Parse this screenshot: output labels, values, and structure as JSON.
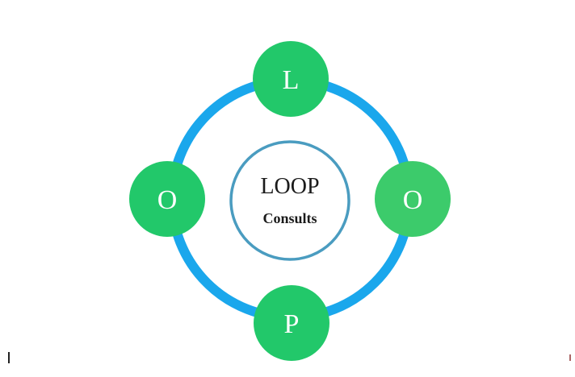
{
  "diagram": {
    "center": {
      "title": "LOOP",
      "subtitle": "Consults"
    },
    "nodes": [
      {
        "position": "top",
        "letter": "L"
      },
      {
        "position": "left",
        "letter": "O"
      },
      {
        "position": "right",
        "letter": "O"
      },
      {
        "position": "bottom",
        "letter": "P"
      }
    ]
  },
  "colors": {
    "ring": "#1AA7EC",
    "node_fill": "#22C86A",
    "node_fill_light": "#3CCB6B",
    "center_stroke": "#4A9CC0",
    "text_dark": "#1B1B1B",
    "node_text": "#FFFFFF"
  }
}
